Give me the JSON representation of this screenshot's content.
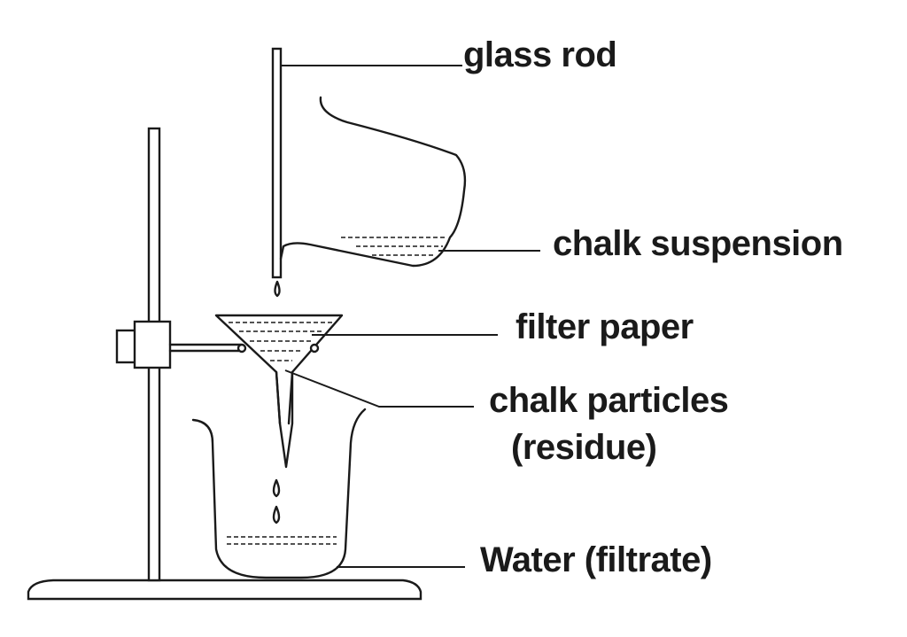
{
  "labels": {
    "glass_rod": "glass rod",
    "chalk_suspension": "chalk suspension",
    "filter_paper": "filter paper",
    "chalk_particles": "chalk particles",
    "residue": "(residue)",
    "water_filtrate": "Water (filtrate)"
  },
  "colors": {
    "ink": "#1a1a1a",
    "background": "#ffffff"
  }
}
